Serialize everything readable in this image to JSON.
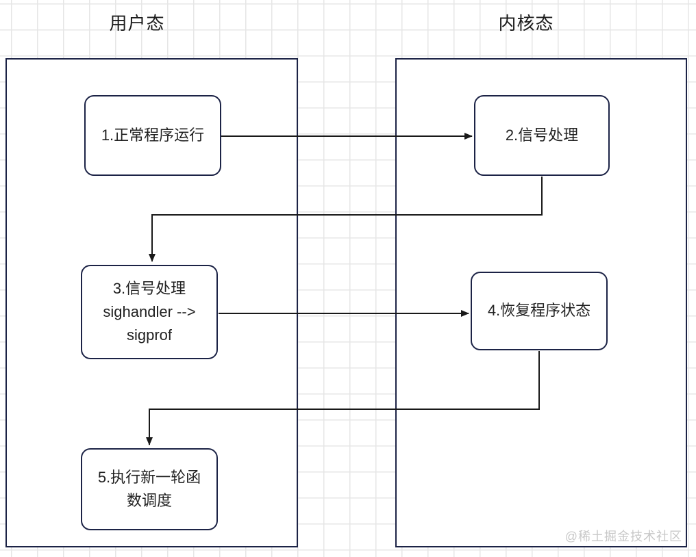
{
  "diagram": {
    "lane_headers": {
      "left": "用户态",
      "right": "内核态"
    },
    "nodes": [
      {
        "id": "1",
        "lane": "user",
        "label": "1.正常程序运行"
      },
      {
        "id": "2",
        "lane": "kernel",
        "label": "2.信号处理"
      },
      {
        "id": "3",
        "lane": "user",
        "label": "3.信号处理\nsighandler -->\nsigprof"
      },
      {
        "id": "4",
        "lane": "kernel",
        "label": "4.恢复程序状态"
      },
      {
        "id": "5",
        "lane": "user",
        "label": "5.执行新一轮函\n数调度"
      }
    ],
    "connections": [
      {
        "from": "1",
        "to": "2",
        "style": "straight-arrow"
      },
      {
        "from": "2",
        "to": "3",
        "style": "elbow-arrow"
      },
      {
        "from": "3",
        "to": "4",
        "style": "straight-arrow"
      },
      {
        "from": "4",
        "to": "5",
        "style": "elbow-arrow"
      }
    ],
    "watermark": "@稀土掘金技术社区",
    "colors": {
      "box_border": "#1c2346",
      "connector": "#191919",
      "grid_line": "#e6e6e6",
      "text": "#222222",
      "watermark": "#c8c8c8",
      "background": "#ffffff"
    }
  }
}
